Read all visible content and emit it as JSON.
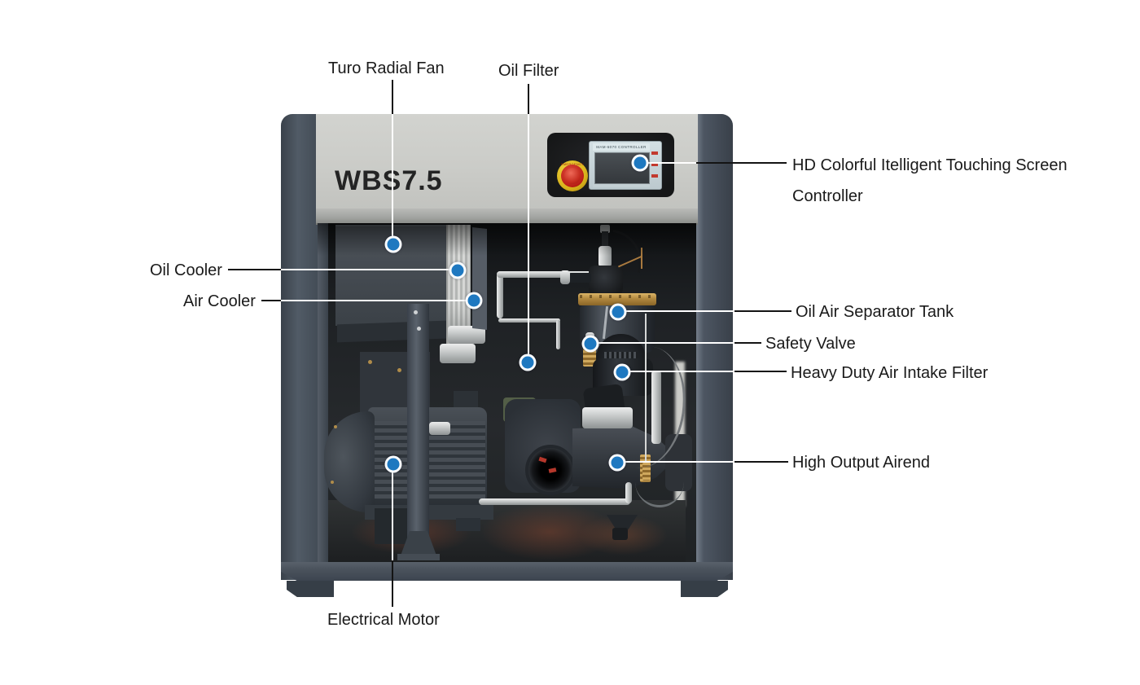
{
  "machine": {
    "model_label": "WBS7.5"
  },
  "controller_panel": {
    "screen_header": "MAM-6070 CONTROLLER",
    "estop_text": "EMERGENCY"
  },
  "callouts": [
    {
      "id": "turo-radial-fan",
      "text": "Turo Radial Fan"
    },
    {
      "id": "oil-filter",
      "text": "Oil Filter"
    },
    {
      "id": "hd-screen-controller",
      "text": "HD Colorful Itelligent Touching Screen Controller"
    },
    {
      "id": "oil-cooler",
      "text": "Oil Cooler"
    },
    {
      "id": "air-cooler",
      "text": "Air Cooler"
    },
    {
      "id": "oil-air-separator-tank",
      "text": "Oil Air Separator Tank"
    },
    {
      "id": "safety-valve",
      "text": "Safety Valve"
    },
    {
      "id": "heavy-duty-air-intake-filter",
      "text": "Heavy Duty Air Intake Filter"
    },
    {
      "id": "high-output-airend",
      "text": "High Output Airend"
    },
    {
      "id": "electrical-motor",
      "text": "Electrical Motor"
    }
  ],
  "colors": {
    "callout_dot": "#1e78c0",
    "frame": "#4b545f",
    "top_panel": "#cbccc8",
    "estop_red": "#c42a1d",
    "estop_yellow": "#e6c31e",
    "brass": "#b08c4a",
    "label_text": "#1a1a1a",
    "leader_line_dark": "#141414",
    "leader_line_light": "#ffffff"
  }
}
